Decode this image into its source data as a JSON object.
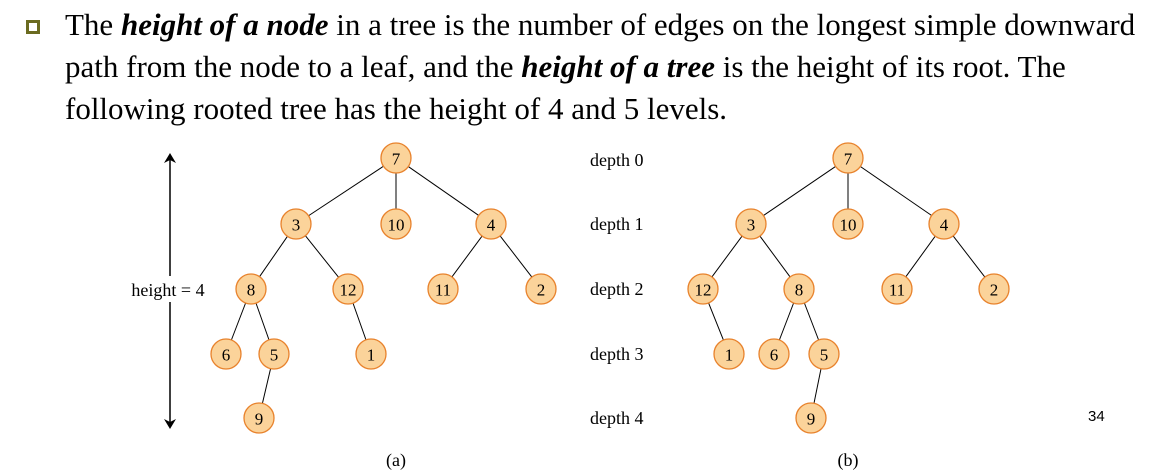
{
  "slide": {
    "bullet": {
      "t1": "The ",
      "em1": "height of a node",
      "t2": " in a tree is the number of edges on the longest simple downward path from the node to a leaf, and the ",
      "em2": "height of a tree",
      "t3": " is the height of its root. The following rooted tree has the height of 4 and 5 levels."
    },
    "height_label": "height = 4",
    "depth_labels": [
      "depth 0",
      "depth 1",
      "depth 2",
      "depth 3",
      "depth 4"
    ],
    "captions": [
      "(a)",
      "(b)"
    ],
    "page_number": "34"
  },
  "colors": {
    "node_fill": "#fbd39a",
    "node_stroke": "#e8822c",
    "bullet": "#6b6b20"
  },
  "trees": [
    {
      "id": "a",
      "nodes": [
        {
          "id": "a7",
          "label": "7",
          "depth": 0
        },
        {
          "id": "a3",
          "label": "3",
          "depth": 1
        },
        {
          "id": "a10",
          "label": "10",
          "depth": 1
        },
        {
          "id": "a4",
          "label": "4",
          "depth": 1
        },
        {
          "id": "a8",
          "label": "8",
          "depth": 2
        },
        {
          "id": "a12",
          "label": "12",
          "depth": 2
        },
        {
          "id": "a11",
          "label": "11",
          "depth": 2
        },
        {
          "id": "a2",
          "label": "2",
          "depth": 2
        },
        {
          "id": "a6",
          "label": "6",
          "depth": 3
        },
        {
          "id": "a5",
          "label": "5",
          "depth": 3
        },
        {
          "id": "a1",
          "label": "1",
          "depth": 3
        },
        {
          "id": "a9",
          "label": "9",
          "depth": 4
        }
      ],
      "edges": [
        [
          "a7",
          "a3"
        ],
        [
          "a7",
          "a10"
        ],
        [
          "a7",
          "a4"
        ],
        [
          "a3",
          "a8"
        ],
        [
          "a3",
          "a12"
        ],
        [
          "a4",
          "a11"
        ],
        [
          "a4",
          "a2"
        ],
        [
          "a8",
          "a6"
        ],
        [
          "a8",
          "a5"
        ],
        [
          "a12",
          "a1"
        ],
        [
          "a5",
          "a9"
        ]
      ]
    },
    {
      "id": "b",
      "nodes": [
        {
          "id": "b7",
          "label": "7",
          "depth": 0
        },
        {
          "id": "b3",
          "label": "3",
          "depth": 1
        },
        {
          "id": "b10",
          "label": "10",
          "depth": 1
        },
        {
          "id": "b4",
          "label": "4",
          "depth": 1
        },
        {
          "id": "b12",
          "label": "12",
          "depth": 2
        },
        {
          "id": "b8",
          "label": "8",
          "depth": 2
        },
        {
          "id": "b11",
          "label": "11",
          "depth": 2
        },
        {
          "id": "b2",
          "label": "2",
          "depth": 2
        },
        {
          "id": "b1",
          "label": "1",
          "depth": 3
        },
        {
          "id": "b6",
          "label": "6",
          "depth": 3
        },
        {
          "id": "b5",
          "label": "5",
          "depth": 3
        },
        {
          "id": "b9",
          "label": "9",
          "depth": 4
        }
      ],
      "edges": [
        [
          "b7",
          "b3"
        ],
        [
          "b7",
          "b10"
        ],
        [
          "b7",
          "b4"
        ],
        [
          "b3",
          "b12"
        ],
        [
          "b3",
          "b8"
        ],
        [
          "b4",
          "b11"
        ],
        [
          "b4",
          "b2"
        ],
        [
          "b12",
          "b1"
        ],
        [
          "b8",
          "b6"
        ],
        [
          "b8",
          "b5"
        ],
        [
          "b5",
          "b9"
        ]
      ]
    }
  ]
}
